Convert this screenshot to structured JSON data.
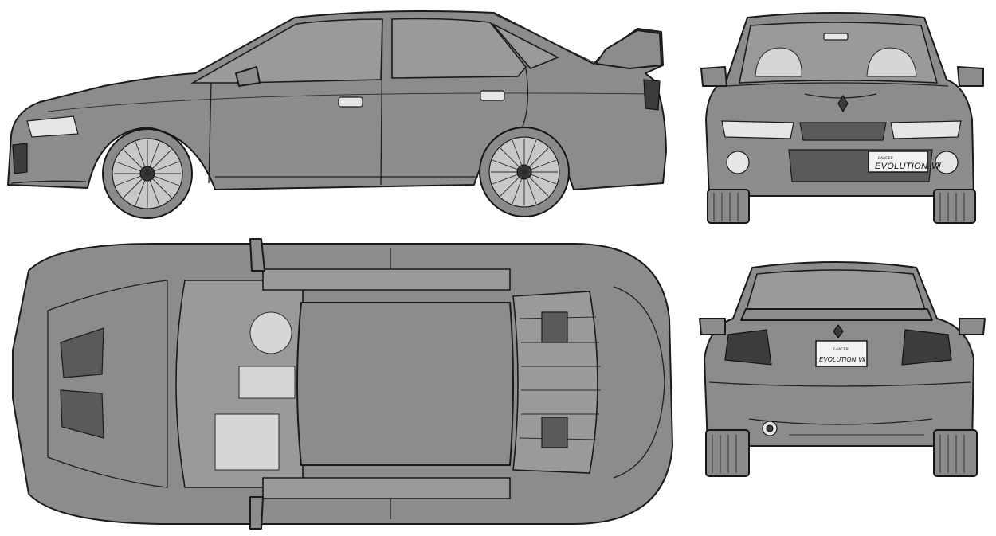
{
  "views": {
    "side": {
      "name": "side-view"
    },
    "front": {
      "name": "front-view",
      "plate_line1": "LANCER",
      "plate_line2": "EVOLUTION Ⅶ"
    },
    "top": {
      "name": "top-view"
    },
    "rear": {
      "name": "rear-view",
      "plate_line1": "LANCER",
      "plate_line2": "EVOLUTION Ⅶ"
    }
  },
  "colors": {
    "paint": "#8c8c8c",
    "outline": "#1a1a1a",
    "background": "#ffffff"
  }
}
